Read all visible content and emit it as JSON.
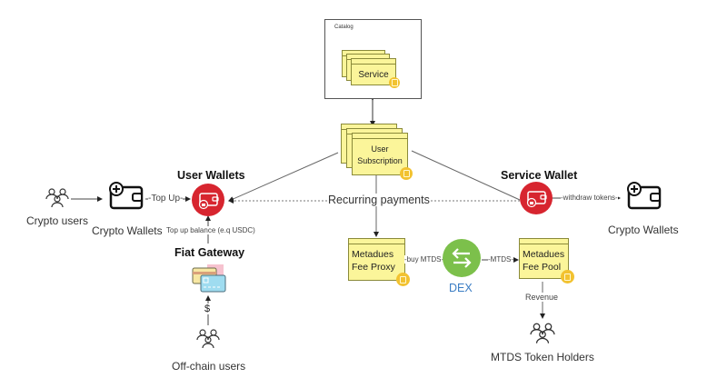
{
  "catalog": {
    "title": "Catalog",
    "service": "Service"
  },
  "subscription": {
    "line1": "User",
    "line2": "Subscription"
  },
  "recurring_payments": "Recurring payments",
  "user_wallets": {
    "title": "User Wallets",
    "top_up_label": "-Top Up-",
    "top_up_balance_label": "Top up balance (e.q USDC)"
  },
  "crypto_users": "Crypto users",
  "crypto_wallets_left": "Crypto Wallets",
  "fiat_gateway": {
    "title": "Fiat Gateway",
    "dollar_label": "$"
  },
  "off_chain_users": "Off-chain users",
  "service_wallet": {
    "title": "Service Wallet",
    "withdraw_label": "-withdraw tokens-"
  },
  "crypto_wallets_right": "Crypto Wallets",
  "fee_proxy": {
    "line1": "Metadues",
    "line2": "Fee Proxy",
    "buy_label": "-buy MTDS-"
  },
  "dex": {
    "label": "DEX",
    "mtds_label": "-MTDS-"
  },
  "fee_pool": {
    "line1": "Metadues",
    "line2": "Fee Pool",
    "revenue_label": "Revenue"
  },
  "token_holders": "MTDS Token Holders",
  "colors": {
    "note_fill": "#fbf59a",
    "badge": "#f2c230",
    "wallet_red": "#d7252f",
    "dex_green": "#7cc04b",
    "dex_text": "#3b7dc4"
  }
}
